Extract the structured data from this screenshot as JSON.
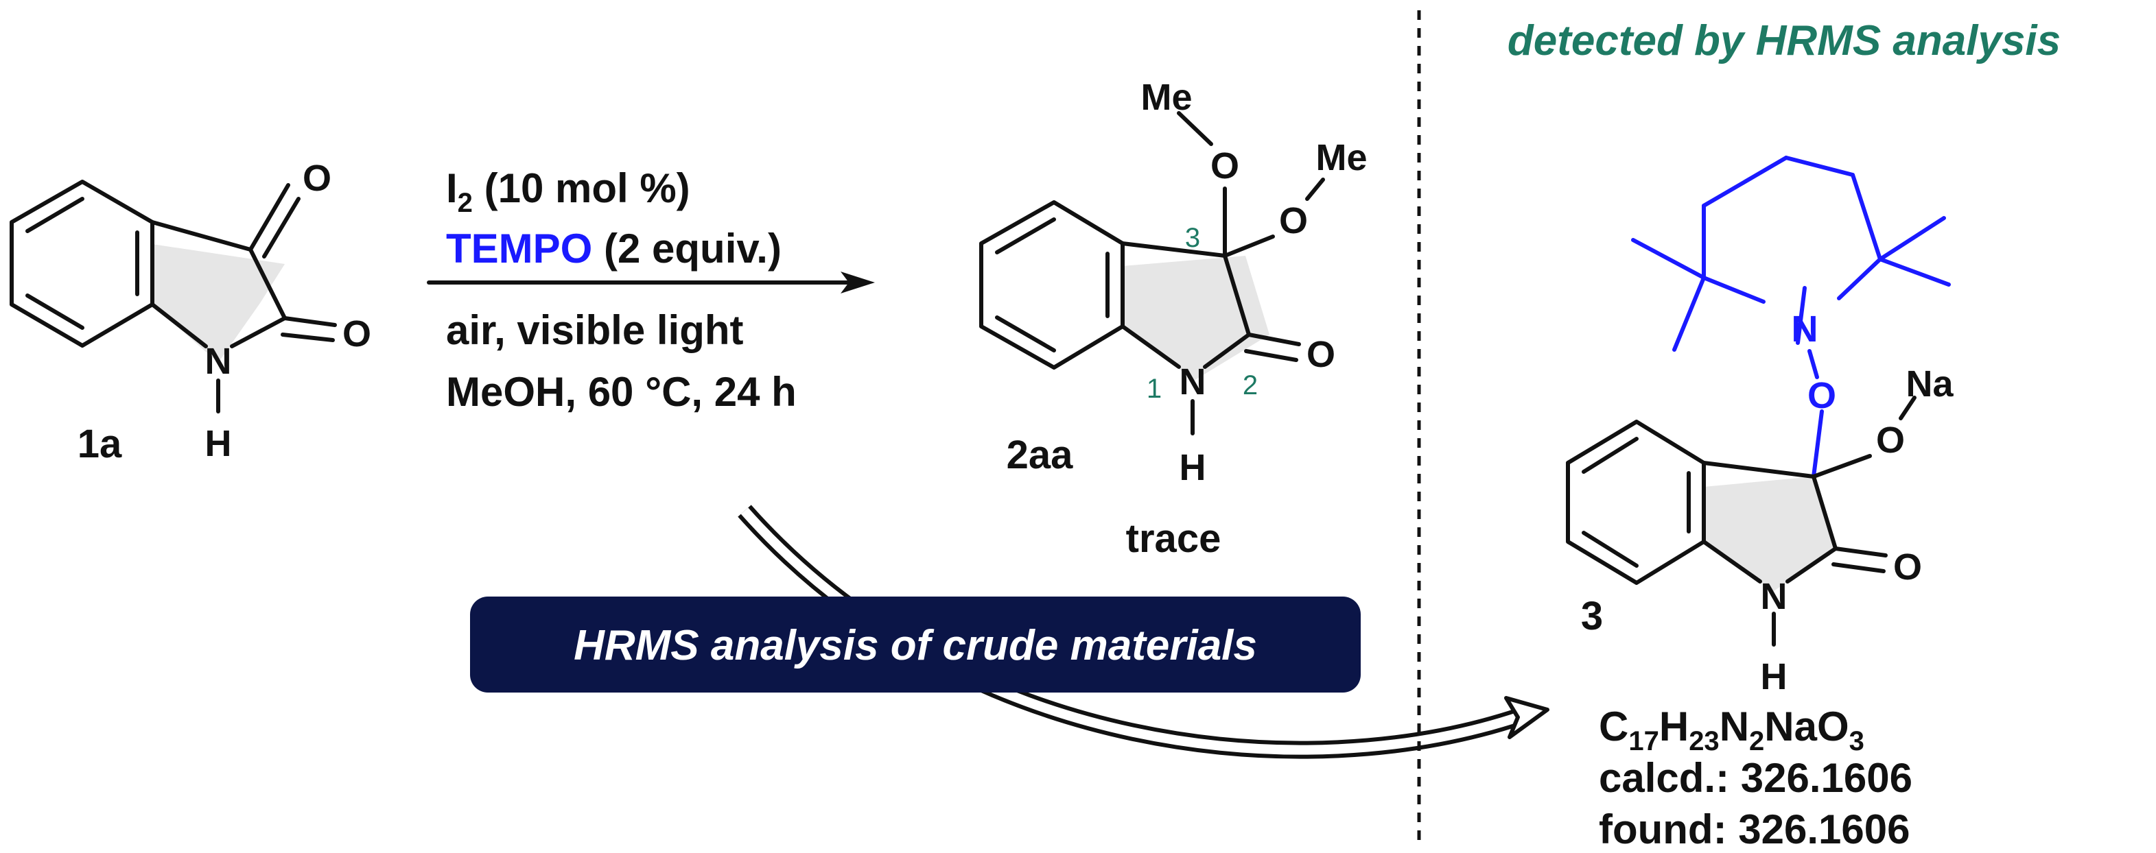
{
  "colors": {
    "bond": "#111111",
    "tempo_blue": "#1a1aff",
    "teal_label": "#1e7a64",
    "banner_fill": "#0b1547",
    "ring_shade": "#e6e6e6"
  },
  "compound_1a": {
    "label": "1a",
    "atom_o_ketone": "O",
    "atom_o_amide": "O",
    "atom_n": "N",
    "atom_h": "H"
  },
  "reaction": {
    "cond_line1_prefix": "I",
    "cond_line1_sub": "2",
    "cond_line1_rest": " (10 mol %)",
    "cond_line2_tempo": "TEMPO",
    "cond_line2_rest": " (2 equiv.)",
    "cond_line3": "air, visible light",
    "cond_line4": "MeOH, 60 °C, 24 h"
  },
  "compound_2aa": {
    "label": "2aa",
    "yield_text": "trace",
    "me_top": "Me",
    "o_top": "O",
    "me_right": "Me",
    "o_right": "O",
    "o_carbonyl": "O",
    "atom_n": "N",
    "atom_h": "H",
    "pos_1": "1",
    "pos_2": "2",
    "pos_3": "3"
  },
  "banner": {
    "text": "HRMS analysis of crude materials"
  },
  "compound_3": {
    "header": "detected by HRMS analysis",
    "label": "3",
    "atom_n_tempo": "N",
    "atom_o_tempo": "O",
    "atom_na": "Na",
    "atom_o_na": "O",
    "atom_o_carbonyl": "O",
    "atom_n": "N",
    "atom_h": "H",
    "formula_c": "C",
    "formula_c_n": "17",
    "formula_h": "H",
    "formula_h_n": "23",
    "formula_n": "N",
    "formula_n_n": "2",
    "formula_rest": "NaO",
    "formula_o_n": "3",
    "calcd": "calcd.: 326.1606",
    "found": "found: 326.1606"
  }
}
